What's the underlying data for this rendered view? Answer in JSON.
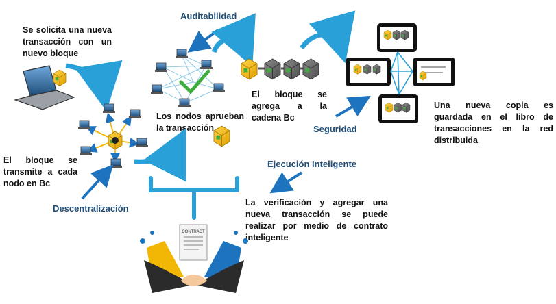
{
  "labels": {
    "auditabilidad": "Auditabilidad",
    "seguridad": "Seguridad",
    "descentralizacion": "Descentralización",
    "ejecucion": "Ejecución Inteligente"
  },
  "steps": {
    "new_request": "Se solicita una nueva transacción con un nuevo bloque",
    "broadcast": "El bloque se transmite a cada nodo en Bc",
    "approve": "Los nodos aprueban la transacción",
    "add_chain": "El bloque se agrega a la cadena Bc",
    "copy_saved": "Una nueva copia es guardada en el libro de transacciones en la red distribuida",
    "smart_contract": "La verificación y agregar una nueva transacción se puede realizar por medio de contrato inteligente"
  },
  "contract_text": "CONTRACT",
  "colors": {
    "label_blue": "#1f4e79",
    "arrow_blue": "#1e73be",
    "curve_arrow": "#2aa0d8",
    "block_gold": "#f2b705",
    "block_gray": "#6b6b6b",
    "check_green": "#3fae3f"
  }
}
